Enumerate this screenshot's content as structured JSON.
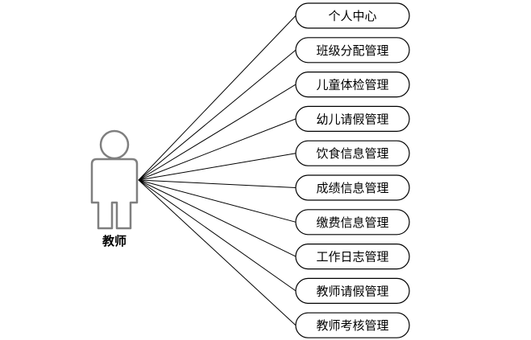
{
  "actor": {
    "name": "教师"
  },
  "use_cases": [
    "个人中心",
    "班级分配管理",
    "儿童体检管理",
    "幼儿请假管理",
    "饮食信息管理",
    "成绩信息管理",
    "缴费信息管理",
    "工作日志管理",
    "教师请假管理",
    "教师考核管理"
  ],
  "colors": {
    "stroke": "#000000",
    "actor_stroke": "#7f7f7f",
    "fill": "#ffffff",
    "text": "#000000"
  }
}
